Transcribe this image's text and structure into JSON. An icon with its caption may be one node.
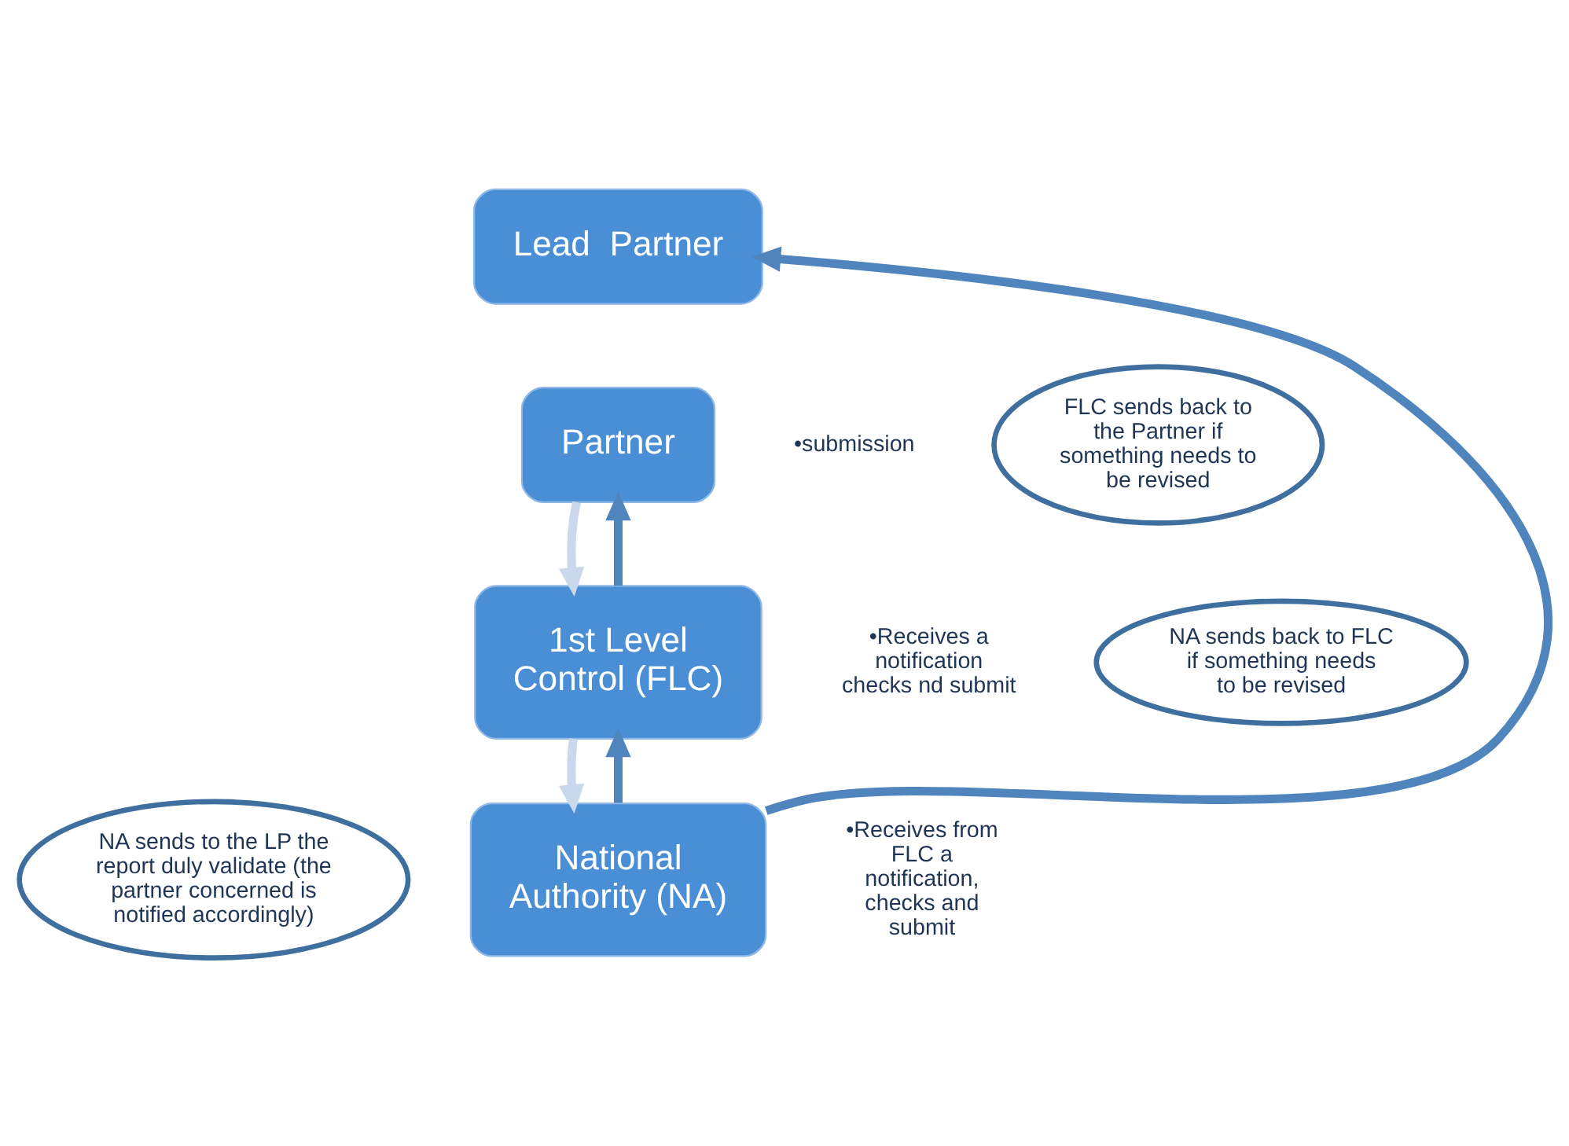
{
  "diagram": {
    "nodes": [
      {
        "text": [
          "Lead  Partner"
        ]
      },
      {
        "text": [
          "Partner"
        ],
        "beside": [
          "•submission"
        ]
      },
      {
        "text": [
          "1st Level Control (FLC)"
        ],
        "beside": [
          "•Receives a notification checks nd submit"
        ]
      },
      {
        "text": [
          "National Authority (NA)"
        ],
        "beside": [
          "•Receives from FLC a notification, checks and submit"
        ]
      },
      {
        "text": [
          "FLC sends back to the Partner if something needs to be revised"
        ]
      },
      {
        "text": [
          "NA sends back to FLC if something needs to be revised"
        ]
      },
      {
        "text": [
          "NA sends to the LP the report duly validate (the partner concerned is notified accordingly)"
        ]
      }
    ],
    "edges": [
      {
        "from": 1,
        "to": 2,
        "arrow": "to",
        "color": "#c9d8ec"
      },
      {
        "from": 2,
        "to": 3,
        "arrow": "to",
        "color": "#c9d8ec"
      },
      {
        "from": 2,
        "to": 1,
        "arrow": "to"
      },
      {
        "from": 3,
        "to": 2,
        "arrow": "to"
      },
      {
        "from": 3,
        "to": 0,
        "arrow": "to"
      }
    ]
  }
}
